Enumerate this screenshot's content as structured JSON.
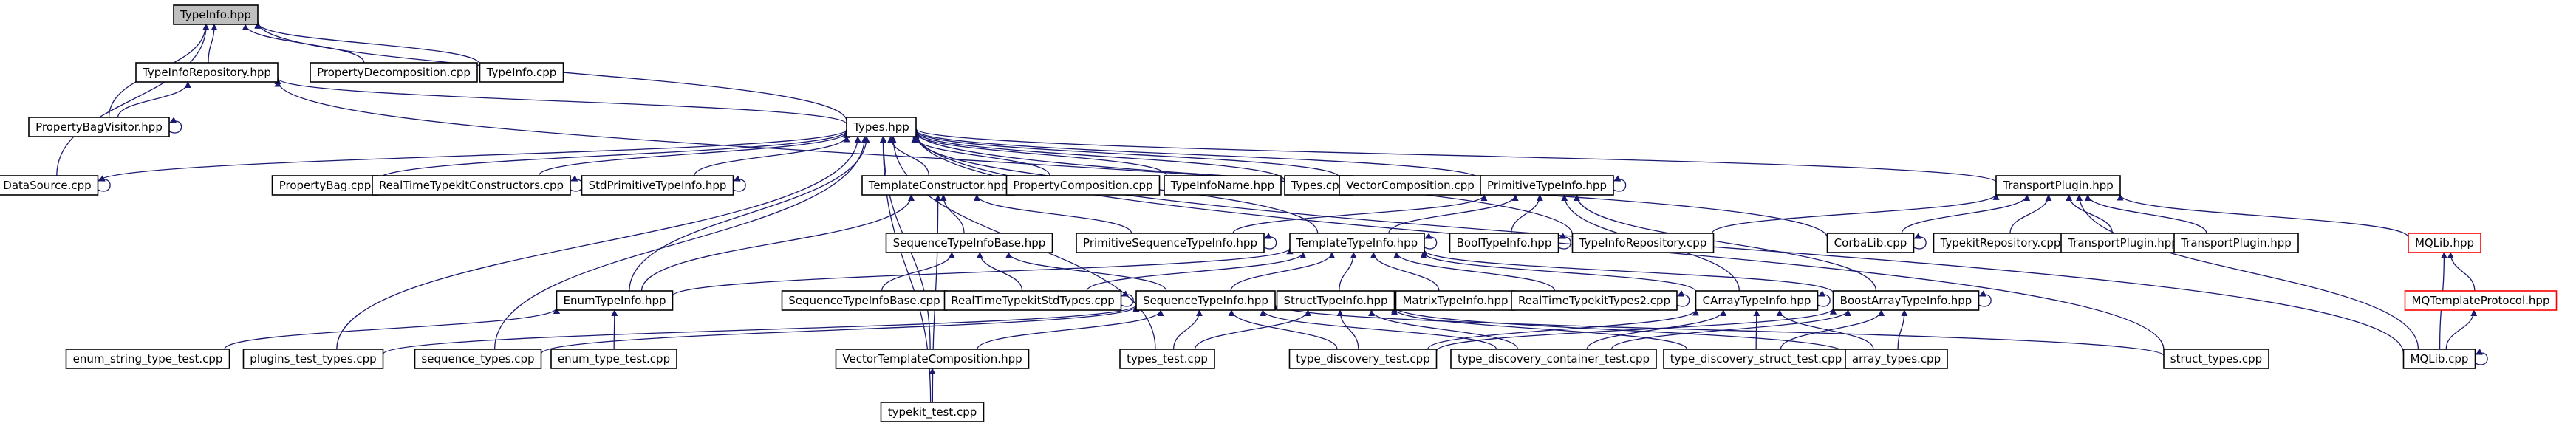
{
  "diagram": {
    "kind": "include-dependency-graph",
    "colors": {
      "edge": "#191970",
      "node_border": "#000000",
      "node_fill": "#ffffff",
      "current_node_fill": "#bfbfbf",
      "truncated_node_border": "#ff0000"
    },
    "nodes": [
      {
        "id": "typeinfo_hpp",
        "label": "TypeInfo.hpp",
        "style": "current"
      },
      {
        "id": "typeinforepository_hpp",
        "label": "TypeInfoRepository.hpp",
        "style": "normal"
      },
      {
        "id": "propertydecomposition_cpp",
        "label": "PropertyDecomposition.cpp",
        "style": "normal"
      },
      {
        "id": "typeinfo_cpp",
        "label": "TypeInfo.cpp",
        "style": "normal"
      },
      {
        "id": "propertybagvisitor_hpp",
        "label": "PropertyBagVisitor.hpp",
        "style": "normal"
      },
      {
        "id": "types_hpp",
        "label": "Types.hpp",
        "style": "normal"
      },
      {
        "id": "datasource_cpp",
        "label": "DataSource.cpp",
        "style": "normal"
      },
      {
        "id": "propertybag_cpp",
        "label": "PropertyBag.cpp",
        "style": "normal"
      },
      {
        "id": "realtimetypekitconstructors_cpp",
        "label": "RealTimeTypekitConstructors.cpp",
        "style": "normal"
      },
      {
        "id": "stdprimitivetypeinfo_hpp",
        "label": "StdPrimitiveTypeInfo.hpp",
        "style": "normal"
      },
      {
        "id": "templateconstructor_hpp",
        "label": "TemplateConstructor.hpp",
        "style": "normal"
      },
      {
        "id": "propertycomposition_cpp",
        "label": "PropertyComposition.cpp",
        "style": "normal"
      },
      {
        "id": "typeinfoname_hpp",
        "label": "TypeInfoName.hpp",
        "style": "normal"
      },
      {
        "id": "types_cpp",
        "label": "Types.cpp",
        "style": "normal"
      },
      {
        "id": "vectorcomposition_cpp",
        "label": "VectorComposition.cpp",
        "style": "normal"
      },
      {
        "id": "primitivetypeinfo_hpp",
        "label": "PrimitiveTypeInfo.hpp",
        "style": "normal"
      },
      {
        "id": "transportplugin_hpp",
        "label": "TransportPlugin.hpp",
        "style": "normal"
      },
      {
        "id": "sequencetypeinfobase_hpp",
        "label": "SequenceTypeInfoBase.hpp",
        "style": "normal"
      },
      {
        "id": "primitivesequencetypeinfo_hpp",
        "label": "PrimitiveSequenceTypeInfo.hpp",
        "style": "normal"
      },
      {
        "id": "templatetypeinfo_hpp",
        "label": "TemplateTypeInfo.hpp",
        "style": "normal"
      },
      {
        "id": "booltypeinfo_hpp",
        "label": "BoolTypeInfo.hpp",
        "style": "normal"
      },
      {
        "id": "typeinforepository_cpp",
        "label": "TypeInfoRepository.cpp",
        "style": "normal"
      },
      {
        "id": "corbalib_cpp",
        "label": "CorbaLib.cpp",
        "style": "normal"
      },
      {
        "id": "typekitrepository_cpp",
        "label": "TypekitRepository.cpp",
        "style": "normal"
      },
      {
        "id": "transportplugin_hpp_b",
        "label": "TransportPlugin.hpp",
        "style": "normal"
      },
      {
        "id": "transportplugin_hpp_c",
        "label": "TransportPlugin.hpp",
        "style": "normal"
      },
      {
        "id": "mqlib_hpp",
        "label": "MQLib.hpp",
        "style": "truncated"
      },
      {
        "id": "enumtypeinfo_hpp",
        "label": "EnumTypeInfo.hpp",
        "style": "normal"
      },
      {
        "id": "sequencetypeinfobase_cpp",
        "label": "SequenceTypeInfoBase.cpp",
        "style": "normal"
      },
      {
        "id": "realtimetypekitstdtypes_cpp",
        "label": "RealTimeTypekitStdTypes.cpp",
        "style": "normal"
      },
      {
        "id": "sequencetypeinfo_hpp",
        "label": "SequenceTypeInfo.hpp",
        "style": "normal"
      },
      {
        "id": "structtypeinfo_hpp",
        "label": "StructTypeInfo.hpp",
        "style": "normal"
      },
      {
        "id": "matrixtypeinfo_hpp",
        "label": "MatrixTypeInfo.hpp",
        "style": "normal"
      },
      {
        "id": "realtimetypekittypes2_cpp",
        "label": "RealTimeTypekitTypes2.cpp",
        "style": "normal"
      },
      {
        "id": "carraytypeinfo_hpp",
        "label": "CArrayTypeInfo.hpp",
        "style": "normal"
      },
      {
        "id": "boostarraytypeinfo_hpp",
        "label": "BoostArrayTypeInfo.hpp",
        "style": "normal"
      },
      {
        "id": "mqtemplateprotocol_hpp",
        "label": "MQTemplateProtocol.hpp",
        "style": "truncated"
      },
      {
        "id": "enum_string_type_test_cpp",
        "label": "enum_string_type_test.cpp",
        "style": "normal"
      },
      {
        "id": "plugins_test_types_cpp",
        "label": "plugins_test_types.cpp",
        "style": "normal"
      },
      {
        "id": "sequence_types_cpp",
        "label": "sequence_types.cpp",
        "style": "normal"
      },
      {
        "id": "enum_type_test_cpp",
        "label": "enum_type_test.cpp",
        "style": "normal"
      },
      {
        "id": "vectortemplatecomposition_hpp",
        "label": "VectorTemplateComposition.hpp",
        "style": "normal"
      },
      {
        "id": "types_test_cpp",
        "label": "types_test.cpp",
        "style": "normal"
      },
      {
        "id": "type_discovery_test_cpp",
        "label": "type_discovery_test.cpp",
        "style": "normal"
      },
      {
        "id": "type_discovery_container_test_cpp",
        "label": "type_discovery_container_test.cpp",
        "style": "normal"
      },
      {
        "id": "type_discovery_struct_test_cpp",
        "label": "type_discovery_struct_test.cpp",
        "style": "normal"
      },
      {
        "id": "array_types_cpp",
        "label": "array_types.cpp",
        "style": "normal"
      },
      {
        "id": "struct_types_cpp",
        "label": "struct_types.cpp",
        "style": "normal"
      },
      {
        "id": "mqlib_cpp",
        "label": "MQLib.cpp",
        "style": "normal"
      },
      {
        "id": "typekit_test_cpp",
        "label": "typekit_test.cpp",
        "style": "normal"
      }
    ],
    "edges": [
      {
        "from": "typeinforepository_hpp",
        "to": "typeinfo_hpp"
      },
      {
        "from": "propertydecomposition_cpp",
        "to": "typeinfo_hpp"
      },
      {
        "from": "typeinfo_cpp",
        "to": "typeinfo_hpp"
      },
      {
        "from": "propertybagvisitor_hpp",
        "to": "typeinfo_hpp"
      },
      {
        "from": "types_hpp",
        "to": "typeinfo_hpp"
      },
      {
        "from": "datasource_cpp",
        "to": "typeinfo_hpp"
      },
      {
        "from": "propertybagvisitor_hpp",
        "to": "typeinforepository_hpp"
      },
      {
        "from": "types_hpp",
        "to": "typeinforepository_hpp"
      },
      {
        "from": "typeinforepository_cpp",
        "to": "typeinforepository_hpp"
      },
      {
        "from": "propertybagvisitor_hpp",
        "to": "propertybagvisitor_hpp"
      },
      {
        "from": "datasource_cpp",
        "to": "types_hpp"
      },
      {
        "from": "propertybag_cpp",
        "to": "types_hpp"
      },
      {
        "from": "realtimetypekitconstructors_cpp",
        "to": "types_hpp"
      },
      {
        "from": "stdprimitivetypeinfo_hpp",
        "to": "types_hpp"
      },
      {
        "from": "templateconstructor_hpp",
        "to": "types_hpp"
      },
      {
        "from": "propertycomposition_cpp",
        "to": "types_hpp"
      },
      {
        "from": "typeinfoname_hpp",
        "to": "types_hpp"
      },
      {
        "from": "types_cpp",
        "to": "types_hpp"
      },
      {
        "from": "vectorcomposition_cpp",
        "to": "types_hpp"
      },
      {
        "from": "primitivetypeinfo_hpp",
        "to": "types_hpp"
      },
      {
        "from": "transportplugin_hpp",
        "to": "types_hpp"
      },
      {
        "from": "templatetypeinfo_hpp",
        "to": "types_hpp"
      },
      {
        "from": "corbalib_cpp",
        "to": "types_hpp"
      },
      {
        "from": "enumtypeinfo_hpp",
        "to": "types_hpp"
      },
      {
        "from": "plugins_test_types_cpp",
        "to": "types_hpp"
      },
      {
        "from": "sequence_types_cpp",
        "to": "types_hpp"
      },
      {
        "from": "vectortemplatecomposition_hpp",
        "to": "types_hpp"
      },
      {
        "from": "types_test_cpp",
        "to": "types_hpp"
      },
      {
        "from": "struct_types_cpp",
        "to": "types_hpp"
      },
      {
        "from": "typekit_test_cpp",
        "to": "types_hpp"
      },
      {
        "from": "mqlib_cpp",
        "to": "types_hpp"
      },
      {
        "from": "datasource_cpp",
        "to": "datasource_cpp"
      },
      {
        "from": "realtimetypekitconstructors_cpp",
        "to": "realtimetypekitconstructors_cpp"
      },
      {
        "from": "stdprimitivetypeinfo_hpp",
        "to": "stdprimitivetypeinfo_hpp"
      },
      {
        "from": "sequencetypeinfobase_hpp",
        "to": "templateconstructor_hpp"
      },
      {
        "from": "primitivesequencetypeinfo_hpp",
        "to": "templateconstructor_hpp"
      },
      {
        "from": "enumtypeinfo_hpp",
        "to": "templateconstructor_hpp"
      },
      {
        "from": "typekit_test_cpp",
        "to": "templateconstructor_hpp"
      },
      {
        "from": "primitivetypeinfo_hpp",
        "to": "primitivetypeinfo_hpp"
      },
      {
        "from": "templatetypeinfo_hpp",
        "to": "primitivetypeinfo_hpp"
      },
      {
        "from": "booltypeinfo_hpp",
        "to": "primitivetypeinfo_hpp"
      },
      {
        "from": "carraytypeinfo_hpp",
        "to": "primitivetypeinfo_hpp"
      },
      {
        "from": "boostarraytypeinfo_hpp",
        "to": "primitivetypeinfo_hpp"
      },
      {
        "from": "primitivesequencetypeinfo_hpp",
        "to": "primitivetypeinfo_hpp"
      },
      {
        "from": "typeinforepository_cpp",
        "to": "transportplugin_hpp"
      },
      {
        "from": "corbalib_cpp",
        "to": "transportplugin_hpp"
      },
      {
        "from": "typekitrepository_cpp",
        "to": "transportplugin_hpp"
      },
      {
        "from": "transportplugin_hpp_b",
        "to": "transportplugin_hpp"
      },
      {
        "from": "transportplugin_hpp_c",
        "to": "transportplugin_hpp"
      },
      {
        "from": "mqlib_hpp",
        "to": "transportplugin_hpp"
      },
      {
        "from": "mqlib_cpp",
        "to": "transportplugin_hpp"
      },
      {
        "from": "sequencetypeinfobase_cpp",
        "to": "sequencetypeinfobase_hpp"
      },
      {
        "from": "realtimetypekitstdtypes_cpp",
        "to": "sequencetypeinfobase_hpp"
      },
      {
        "from": "sequencetypeinfo_hpp",
        "to": "sequencetypeinfobase_hpp"
      },
      {
        "from": "primitivesequencetypeinfo_hpp",
        "to": "primitivesequencetypeinfo_hpp"
      },
      {
        "from": "templatetypeinfo_hpp",
        "to": "templatetypeinfo_hpp"
      },
      {
        "from": "enumtypeinfo_hpp",
        "to": "templatetypeinfo_hpp"
      },
      {
        "from": "realtimetypekitstdtypes_cpp",
        "to": "templatetypeinfo_hpp"
      },
      {
        "from": "sequencetypeinfo_hpp",
        "to": "templatetypeinfo_hpp"
      },
      {
        "from": "structtypeinfo_hpp",
        "to": "templatetypeinfo_hpp"
      },
      {
        "from": "matrixtypeinfo_hpp",
        "to": "templatetypeinfo_hpp"
      },
      {
        "from": "realtimetypekittypes2_cpp",
        "to": "templatetypeinfo_hpp"
      },
      {
        "from": "carraytypeinfo_hpp",
        "to": "templatetypeinfo_hpp"
      },
      {
        "from": "boostarraytypeinfo_hpp",
        "to": "templatetypeinfo_hpp"
      },
      {
        "from": "booltypeinfo_hpp",
        "to": "booltypeinfo_hpp"
      },
      {
        "from": "corbalib_cpp",
        "to": "corbalib_cpp"
      },
      {
        "from": "mqtemplateprotocol_hpp",
        "to": "mqlib_hpp"
      },
      {
        "from": "mqlib_cpp",
        "to": "mqlib_hpp"
      },
      {
        "from": "enum_string_type_test_cpp",
        "to": "enumtypeinfo_hpp"
      },
      {
        "from": "enum_type_test_cpp",
        "to": "enumtypeinfo_hpp"
      },
      {
        "from": "realtimetypekitstdtypes_cpp",
        "to": "realtimetypekitstdtypes_cpp"
      },
      {
        "from": "plugins_test_types_cpp",
        "to": "sequencetypeinfo_hpp"
      },
      {
        "from": "sequence_types_cpp",
        "to": "sequencetypeinfo_hpp"
      },
      {
        "from": "vectortemplatecomposition_hpp",
        "to": "sequencetypeinfo_hpp"
      },
      {
        "from": "types_test_cpp",
        "to": "sequencetypeinfo_hpp"
      },
      {
        "from": "type_discovery_test_cpp",
        "to": "sequencetypeinfo_hpp"
      },
      {
        "from": "type_discovery_container_test_cpp",
        "to": "sequencetypeinfo_hpp"
      },
      {
        "from": "struct_types_cpp",
        "to": "sequencetypeinfo_hpp"
      },
      {
        "from": "types_test_cpp",
        "to": "structtypeinfo_hpp"
      },
      {
        "from": "type_discovery_test_cpp",
        "to": "structtypeinfo_hpp"
      },
      {
        "from": "type_discovery_container_test_cpp",
        "to": "structtypeinfo_hpp"
      },
      {
        "from": "type_discovery_struct_test_cpp",
        "to": "structtypeinfo_hpp"
      },
      {
        "from": "array_types_cpp",
        "to": "structtypeinfo_hpp"
      },
      {
        "from": "realtimetypekittypes2_cpp",
        "to": "realtimetypekittypes2_cpp"
      },
      {
        "from": "carraytypeinfo_hpp",
        "to": "carraytypeinfo_hpp"
      },
      {
        "from": "type_discovery_test_cpp",
        "to": "carraytypeinfo_hpp"
      },
      {
        "from": "type_discovery_container_test_cpp",
        "to": "carraytypeinfo_hpp"
      },
      {
        "from": "type_discovery_struct_test_cpp",
        "to": "carraytypeinfo_hpp"
      },
      {
        "from": "array_types_cpp",
        "to": "carraytypeinfo_hpp"
      },
      {
        "from": "boostarraytypeinfo_hpp",
        "to": "boostarraytypeinfo_hpp"
      },
      {
        "from": "type_discovery_test_cpp",
        "to": "boostarraytypeinfo_hpp"
      },
      {
        "from": "type_discovery_container_test_cpp",
        "to": "boostarraytypeinfo_hpp"
      },
      {
        "from": "type_discovery_struct_test_cpp",
        "to": "boostarraytypeinfo_hpp"
      },
      {
        "from": "array_types_cpp",
        "to": "boostarraytypeinfo_hpp"
      },
      {
        "from": "mqlib_cpp",
        "to": "mqtemplateprotocol_hpp"
      },
      {
        "from": "mqlib_cpp",
        "to": "mqlib_cpp"
      },
      {
        "from": "typekit_test_cpp",
        "to": "vectortemplatecomposition_hpp"
      }
    ]
  }
}
